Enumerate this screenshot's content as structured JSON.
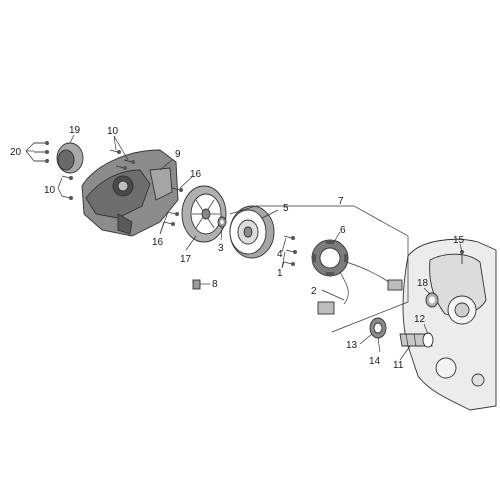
{
  "callouts": [
    {
      "id": "c1",
      "text": "1"
    },
    {
      "id": "c2",
      "text": "2"
    },
    {
      "id": "c3",
      "text": "3"
    },
    {
      "id": "c4",
      "text": "4"
    },
    {
      "id": "c5",
      "text": "5"
    },
    {
      "id": "c6",
      "text": "6"
    },
    {
      "id": "c7",
      "text": "7"
    },
    {
      "id": "c8",
      "text": "8"
    },
    {
      "id": "c9",
      "text": "9"
    },
    {
      "id": "c10a",
      "text": "10"
    },
    {
      "id": "c10b",
      "text": "10"
    },
    {
      "id": "c11",
      "text": "11"
    },
    {
      "id": "c12",
      "text": "12"
    },
    {
      "id": "c13",
      "text": "13"
    },
    {
      "id": "c14",
      "text": "14"
    },
    {
      "id": "c15",
      "text": "15"
    },
    {
      "id": "c16a",
      "text": "16"
    },
    {
      "id": "c16b",
      "text": "16"
    },
    {
      "id": "c17",
      "text": "17"
    },
    {
      "id": "c18",
      "text": "18"
    },
    {
      "id": "c19",
      "text": "19"
    },
    {
      "id": "c20",
      "text": "20"
    }
  ],
  "colors": {
    "line": "#333333",
    "part_fill": "#9a9a9a",
    "part_dark": "#5a5a5a",
    "part_light": "#d9d9d9",
    "background": "#ffffff"
  }
}
